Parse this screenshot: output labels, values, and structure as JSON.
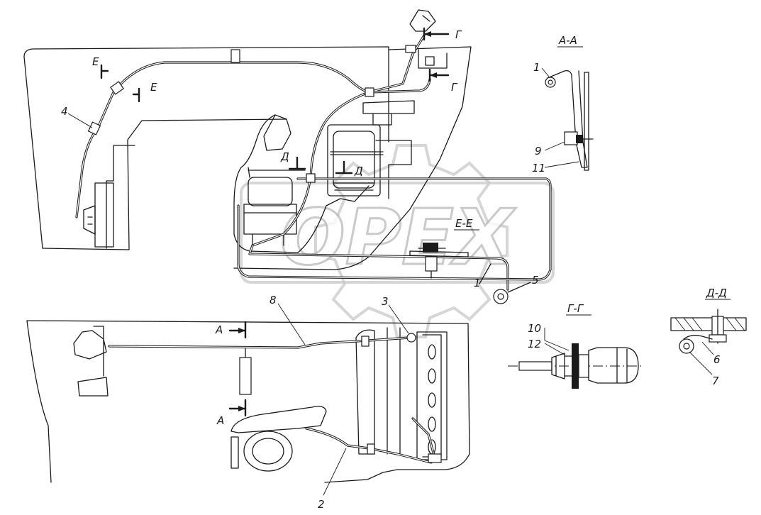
{
  "watermark": {
    "text": "OPEX"
  },
  "section_titles": {
    "aa": "А-А",
    "ee": "Е-Е",
    "gg": "Г-Г",
    "dd": "Д-Д"
  },
  "cut_marks": {
    "e_left": "Е",
    "e_right": "Е",
    "g_top": "Г",
    "g_bottom": "Г",
    "d_left": "Д",
    "d_right": "Д",
    "a_top": "А",
    "a_bottom": "А"
  },
  "callouts": {
    "c1_main": "1",
    "c1_aa": "1",
    "c2": "2",
    "c3": "3",
    "c4": "4",
    "c5": "5",
    "c6": "6",
    "c7": "7",
    "c8": "8",
    "c9": "9",
    "c10": "10",
    "c11": "11",
    "c12": "12"
  }
}
